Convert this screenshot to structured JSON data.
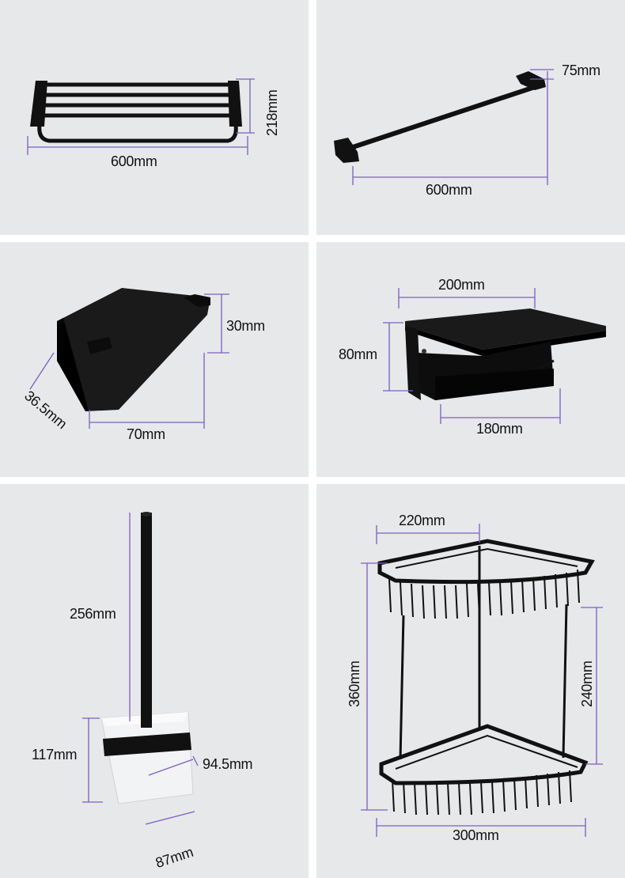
{
  "colors": {
    "background": "#e7e8ea",
    "product": "#111111",
    "dimension_line": "#7b5ec2",
    "glass": "#e4e6e8"
  },
  "panels": {
    "towel_shelf": {
      "width": "600mm",
      "height": "218mm"
    },
    "towel_bar": {
      "width": "600mm",
      "depth": "75mm"
    },
    "robe_hook": {
      "height": "30mm",
      "width": "70mm",
      "depth": "36.5mm"
    },
    "paper_holder": {
      "top_width": "200mm",
      "height": "80mm",
      "bottom_width": "180mm"
    },
    "toilet_brush": {
      "brush_height": "256mm",
      "cup_height": "117mm",
      "cup_width": "94.5mm",
      "cup_depth": "87mm"
    },
    "corner_basket": {
      "top_width": "220mm",
      "total_height": "360mm",
      "tier_gap": "240mm",
      "bottom_width": "300mm"
    }
  }
}
